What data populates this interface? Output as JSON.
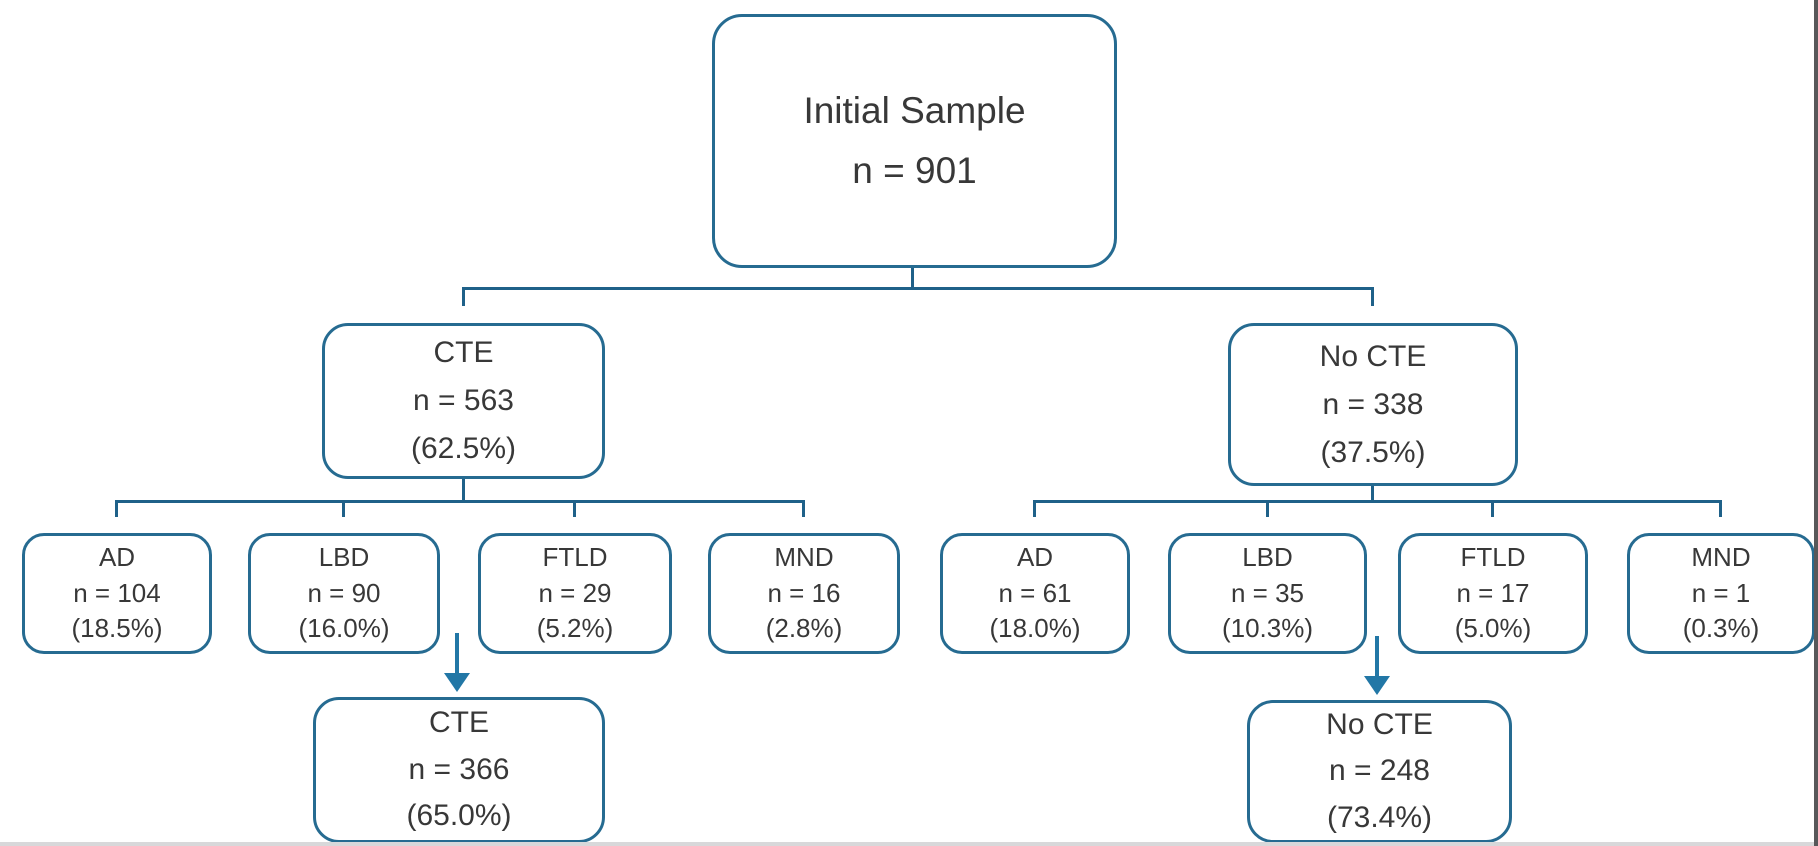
{
  "diagram": {
    "title": "CTE sample breakdown flowchart",
    "root": {
      "label": "Initial Sample",
      "n": "n = 901"
    },
    "level1": [
      {
        "label": "CTE",
        "n": "n = 563",
        "pct": "(62.5%)"
      },
      {
        "label": "No CTE",
        "n": "n = 338",
        "pct": "(37.5%)"
      }
    ],
    "cte_children": [
      {
        "label": "AD",
        "n": "n = 104",
        "pct": "(18.5%)"
      },
      {
        "label": "LBD",
        "n": "n = 90",
        "pct": "(16.0%)"
      },
      {
        "label": "FTLD",
        "n": "n = 29",
        "pct": "(5.2%)"
      },
      {
        "label": "MND",
        "n": "n = 16",
        "pct": "(2.8%)"
      }
    ],
    "no_cte_children": [
      {
        "label": "AD",
        "n": "n = 61",
        "pct": "(18.0%)"
      },
      {
        "label": "LBD",
        "n": "n = 35",
        "pct": "(10.3%)"
      },
      {
        "label": "FTLD",
        "n": "n = 17",
        "pct": "(5.0%)"
      },
      {
        "label": "MND",
        "n": "n = 1",
        "pct": "(0.3%)"
      }
    ],
    "outcome_left": {
      "label": "CTE",
      "n": "n = 366",
      "pct": "(65.0%)"
    },
    "outcome_right": {
      "label": "No CTE",
      "n": "n = 248",
      "pct": "(73.4%)"
    }
  },
  "colors": {
    "box_border": "#266b91",
    "connector": "#1f6189",
    "arrow": "#2277a6",
    "text": "#383838",
    "right_strip": "#58585a",
    "bottom_strip": "#d8d8da"
  }
}
